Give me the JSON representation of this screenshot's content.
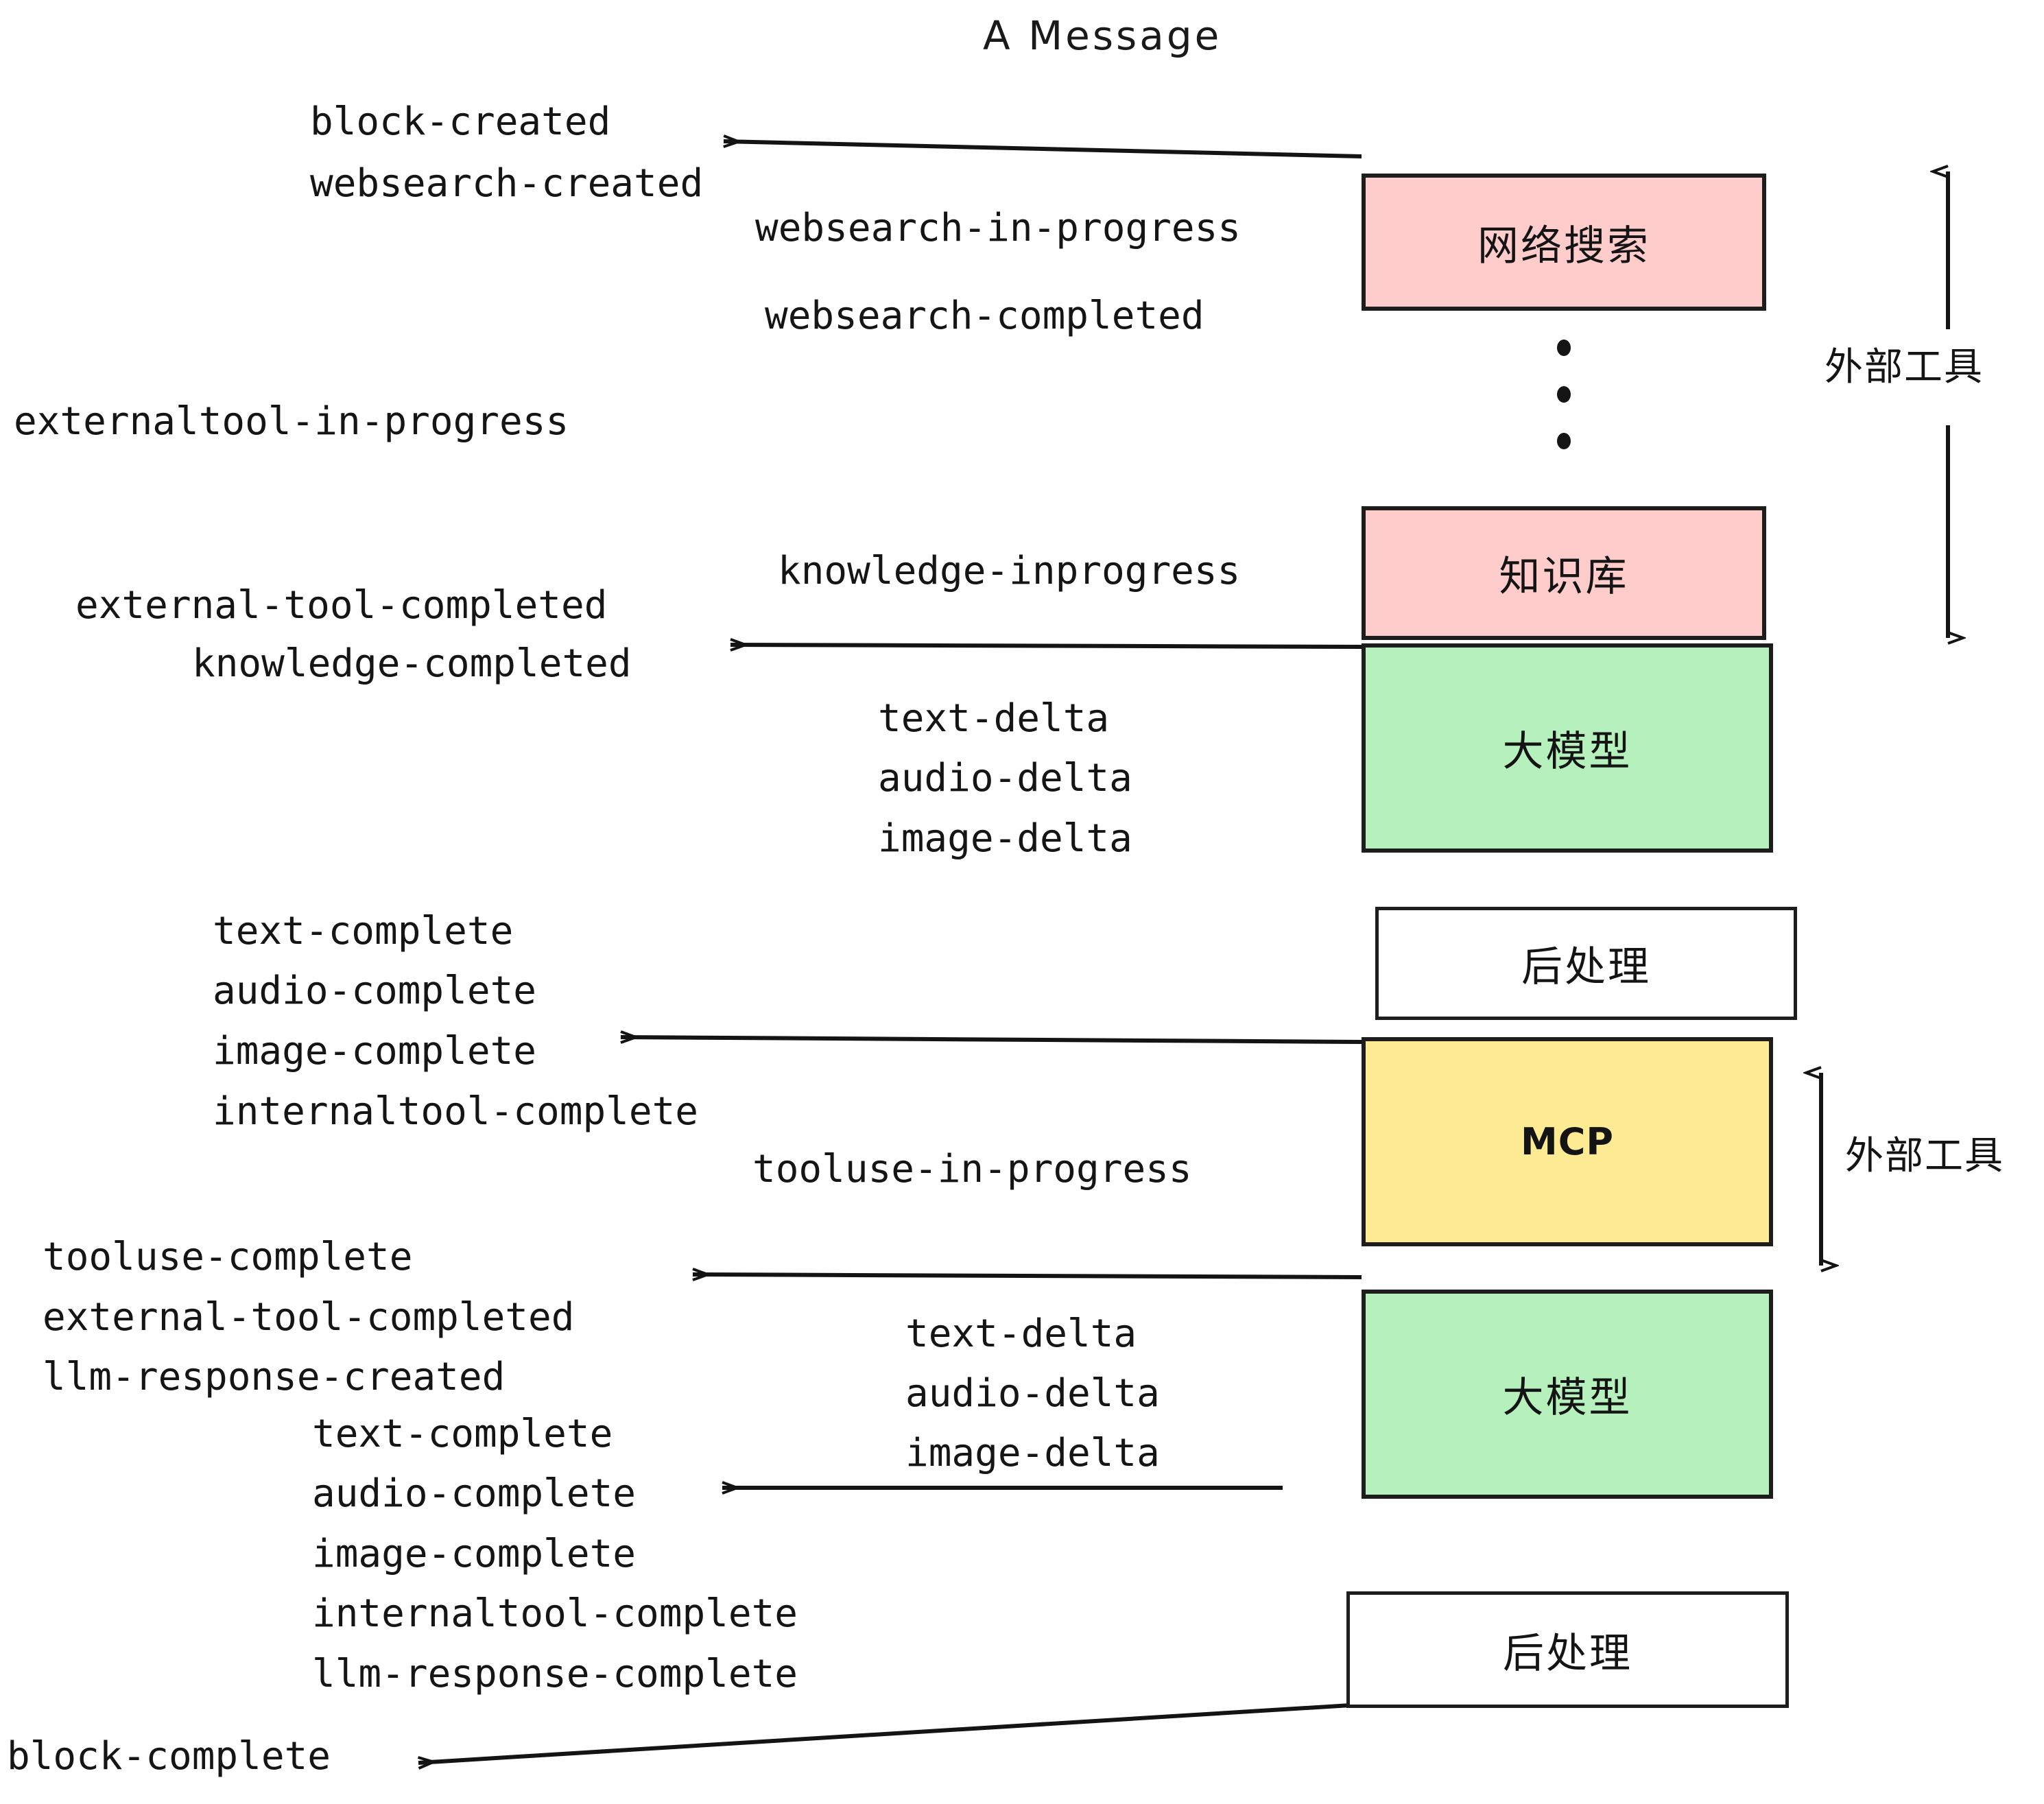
{
  "title": "A Message",
  "boxes": [
    {
      "id": "websearch",
      "label": "网络搜索",
      "color": "#FFCCCC",
      "kind": "pink"
    },
    {
      "id": "knowledge",
      "label": "知识库",
      "color": "#FFCCCC",
      "kind": "pink"
    },
    {
      "id": "llm-1",
      "label": "大模型",
      "color": "#B5F0BD",
      "kind": "green"
    },
    {
      "id": "postproc-1",
      "label": "后处理",
      "color": "#FFFFFF",
      "kind": "white"
    },
    {
      "id": "mcp",
      "label": "MCP",
      "color": "#FCEB92",
      "kind": "yellow"
    },
    {
      "id": "llm-2",
      "label": "大模型",
      "color": "#B5F0BD",
      "kind": "green"
    },
    {
      "id": "postproc-2",
      "label": "后处理",
      "color": "#FFFFFF",
      "kind": "white"
    }
  ],
  "side_labels": [
    {
      "id": "external-tools-top",
      "text": "外部工具"
    },
    {
      "id": "external-tools-bottom",
      "text": "外部工具"
    }
  ],
  "events": {
    "block_created": "block-created",
    "websearch_created": "websearch-created",
    "websearch_in_progress": "websearch-in-progress",
    "websearch_completed": "websearch-completed",
    "externaltool_in_progress": "externaltool-in-progress",
    "knowledge_inprogress": "knowledge-inprogress",
    "external_tool_completed_1": "external-tool-completed",
    "knowledge_completed": "knowledge-completed",
    "text_delta_1": "text-delta",
    "audio_delta_1": "audio-delta",
    "image_delta_1": "image-delta",
    "text_complete_1": "text-complete",
    "audio_complete_1": "audio-complete",
    "image_complete_1": "image-complete",
    "internaltool_complete_1": "internaltool-complete",
    "tooluse_in_progress": "tooluse-in-progress",
    "tooluse_complete": "tooluse-complete",
    "external_tool_completed_2": "external-tool-completed",
    "llm_response_created": "llm-response-created",
    "text_delta_2": "text-delta",
    "audio_delta_2": "audio-delta",
    "image_delta_2": "image-delta",
    "text_complete_2": "text-complete",
    "audio_complete_2": "audio-complete",
    "image_complete_2": "image-complete",
    "internaltool_complete_2": "internaltool-complete",
    "llm_response_complete": "llm-response-complete",
    "block_complete": "block-complete"
  },
  "colors": {
    "external_tool_fill": "#FFCCCC",
    "llm_fill": "#B5F0BD",
    "mcp_fill": "#FCEB92",
    "postprocess_fill": "#FFFFFF",
    "stroke": "#1D1D1D",
    "text": "#141414",
    "background": "#FFFFFF"
  }
}
